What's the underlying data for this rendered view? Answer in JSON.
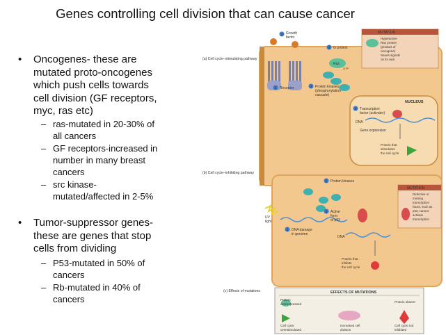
{
  "title": "Genes controlling cell division that can cause cancer",
  "bullets": [
    {
      "marker": "•",
      "lines": [
        "Oncogenes- these are",
        "mutated proto-oncogenes",
        "which push cells towards",
        "cell division (GF receptors,",
        "myc, ras etc)"
      ],
      "subs": [
        {
          "marker": "–",
          "lines": [
            "ras-mutated in 20-30% of",
            "all cancers"
          ]
        },
        {
          "marker": "–",
          "lines": [
            "GF receptors-increased in",
            "number in many breast",
            "cancers"
          ]
        },
        {
          "marker": "–",
          "lines": [
            "src kinase-",
            "mutated/affected in 2-5%"
          ]
        }
      ]
    },
    {
      "marker": "•",
      "lines": [
        "Tumor-suppressor genes-",
        "these are genes that stop",
        "cells from dividing"
      ],
      "subs": [
        {
          "marker": "–",
          "lines": [
            "P53-mutated in 50% of",
            "cancers"
          ]
        },
        {
          "marker": "–",
          "lines": [
            "Rb-mutated in 40% of",
            "cancers"
          ]
        }
      ]
    }
  ],
  "figure": {
    "panel_a": {
      "label": "(a) Cell cycle–stimulating pathway",
      "growth_factor": [
        "Growth",
        "factor"
      ],
      "g_protein": "G protein",
      "receptor": "Receptor",
      "protein_kinases": [
        "Protein kinases",
        "(phosphorylation",
        "cascade)"
      ],
      "transcription_factor": [
        "Transcription",
        "factor (activator)"
      ],
      "nucleus": "NUCLEUS",
      "dna": "DNA",
      "gene_expression": "Gene expression",
      "protein_stimulates": [
        "Protein that",
        "stimulates",
        "the cell cycle"
      ],
      "ras": "Ras",
      "gtp": "GTP",
      "step_numbers": [
        "1",
        "2",
        "3",
        "4",
        "5"
      ],
      "mutation_title": "MUTATION",
      "mutation_text": [
        "Hyperactive",
        "Ras protein",
        "(product of",
        "oncogene)",
        "issues signals",
        "on its own"
      ]
    },
    "panel_b": {
      "label": "(b) Cell cycle–inhibiting pathway",
      "protein_kinases": "Protein kinases",
      "uv_light": [
        "UV",
        "light"
      ],
      "dna_damage": [
        "DNA damage",
        "in genome"
      ],
      "active_p53": [
        "Active",
        "form",
        "of p53"
      ],
      "dna": "DNA",
      "protein_inhibits": [
        "Protein that",
        "inhibits",
        "the cell cycle"
      ],
      "step_numbers": [
        "1",
        "2",
        "3"
      ],
      "mutation_title": "MUTATION",
      "mutation_text": [
        "Defective or",
        "missing",
        "transcription",
        "factor, such as",
        "p53, cannot",
        "activate",
        "transcription"
      ]
    },
    "panel_c": {
      "label": "(c) Effects of mutations",
      "header": "EFFECTS OF MUTATIONS",
      "protein_overexpressed": [
        "Protein",
        "overexpressed"
      ],
      "protein_absent": "Protein absent",
      "cell_cycle_over": [
        "Cell cycle",
        "overstimulated"
      ],
      "increased_division": [
        "Increased cell",
        "division"
      ],
      "cell_cycle_not": [
        "Cell cycle not",
        "inhibited"
      ]
    }
  }
}
